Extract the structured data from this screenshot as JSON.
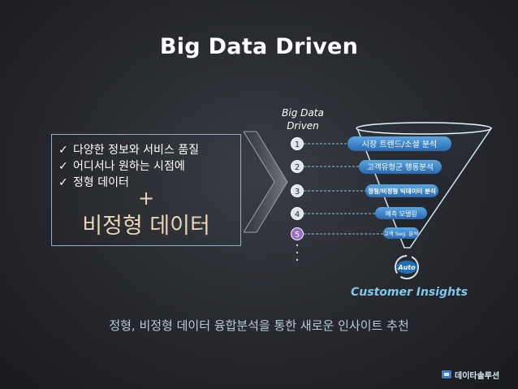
{
  "title": "Big Data Driven",
  "left_box": {
    "items": [
      "다양한 정보와 서비스 품질",
      "어디서나 원하는 시점에",
      "정형 데이터"
    ],
    "check_glyph": "✓",
    "plus": "+",
    "highlight": "비정형 데이터"
  },
  "funnel": {
    "label_line1": "Big Data",
    "label_line2": "Driven",
    "steps": [
      {
        "num": "1",
        "label": "시장 트렌드/소셜 분석"
      },
      {
        "num": "2",
        "label": "고객유형군 행동분석"
      },
      {
        "num": "3",
        "label": "정형/비정형 빅데이터 분석"
      },
      {
        "num": "4",
        "label": "예측 모델링"
      },
      {
        "num": "5",
        "label": "고객 Seg. 분석"
      }
    ],
    "auto_label": "Auto",
    "output_label": "Customer Insights"
  },
  "caption": "정형, 비정형 데이터 융합분석을 통한 새로운 인사이트 추천",
  "logo": {
    "text": "데이타솔루션",
    "icon": "company-logo-icon"
  },
  "colors": {
    "accent_blue": "#7fc7ec",
    "highlight": "#e9d4b5",
    "step5": "#9b6fc7",
    "funnel_edge": "#cfe6f4"
  }
}
